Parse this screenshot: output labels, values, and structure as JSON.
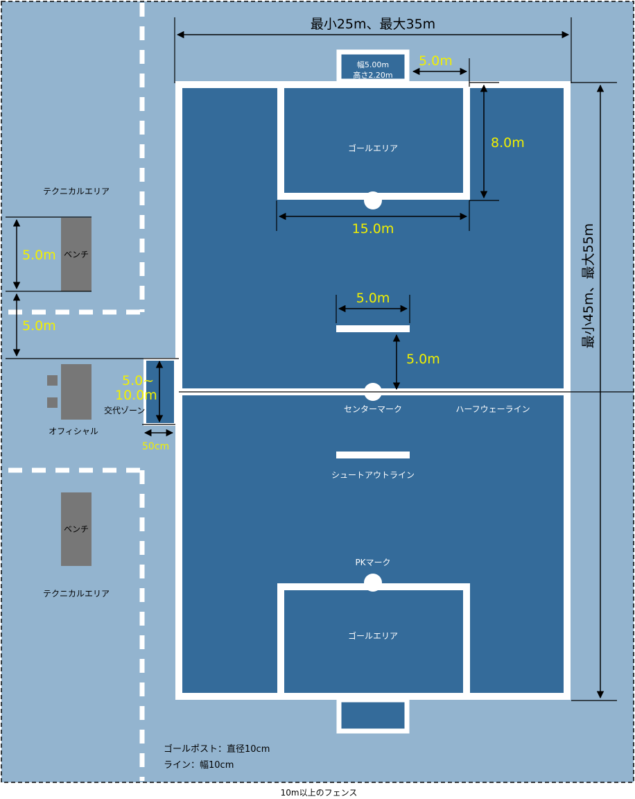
{
  "colors": {
    "outer": "#93b4cf",
    "court": "#346b9a",
    "line": "#ffffff",
    "bench": "#777777",
    "dimension": "#f2f000"
  },
  "labels": {
    "width_dim": "最小25m、最大35m",
    "length_dim": "最小45m、最大55m",
    "goal_size_w": "幅5.00m",
    "goal_size_h": "高さ2.20m",
    "goal_offset": "5.0m",
    "area_depth": "8.0m",
    "area_width": "15.0m",
    "shootout_width": "5.0m",
    "shootout_dist": "5.0m",
    "goal_area_top": "ゴールエリア",
    "goal_area_bottom": "ゴールエリア",
    "center_mark": "センターマーク",
    "halfway_line": "ハーフウェーライン",
    "shootout_line": "シュートアウトライン",
    "pk_mark": "PKマーク",
    "technical_top": "テクニカルエリア",
    "technical_bottom": "テクニカルエリア",
    "bench_top": "ベンチ",
    "bench_bottom": "ベンチ",
    "bench_dim": "5.0m",
    "bench_gap_dim": "5.0m",
    "sub_zone_dim_1": "5.0~",
    "sub_zone_dim_2": "10.0m",
    "sub_zone": "交代ゾーン",
    "sub_zone_width": "50cm",
    "officials": "オフィシャル",
    "goalpost_note": "ゴールポスト：直径10cm",
    "line_note": "ライン：幅10cm",
    "fence_note": "10m以上のフェンス"
  }
}
